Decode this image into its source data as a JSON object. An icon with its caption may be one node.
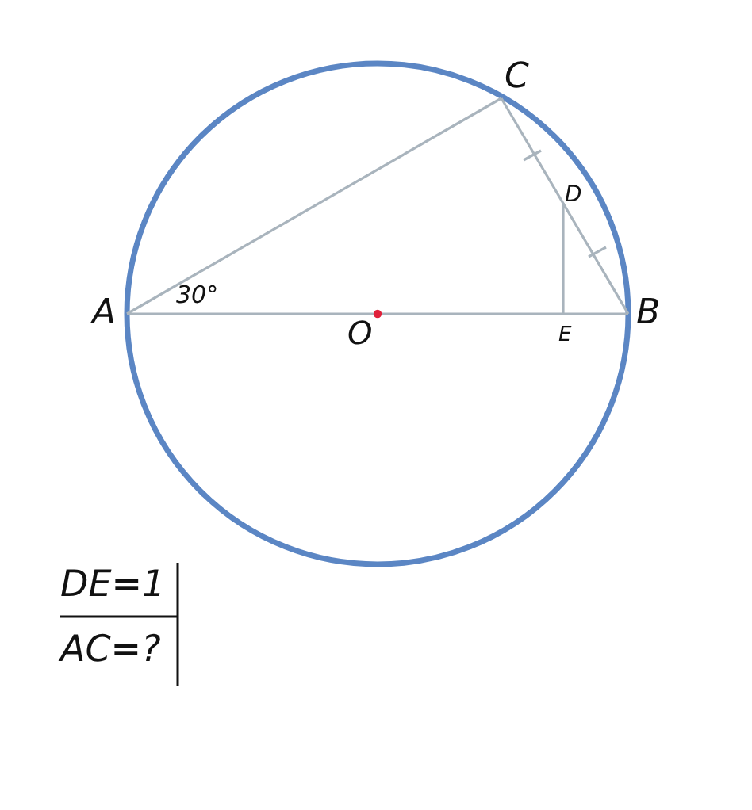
{
  "diagram": {
    "labels": [
      "C",
      "D",
      "A",
      "30°",
      "O",
      "E",
      "B",
      "DE=1",
      "AC=?"
    ]
  }
}
